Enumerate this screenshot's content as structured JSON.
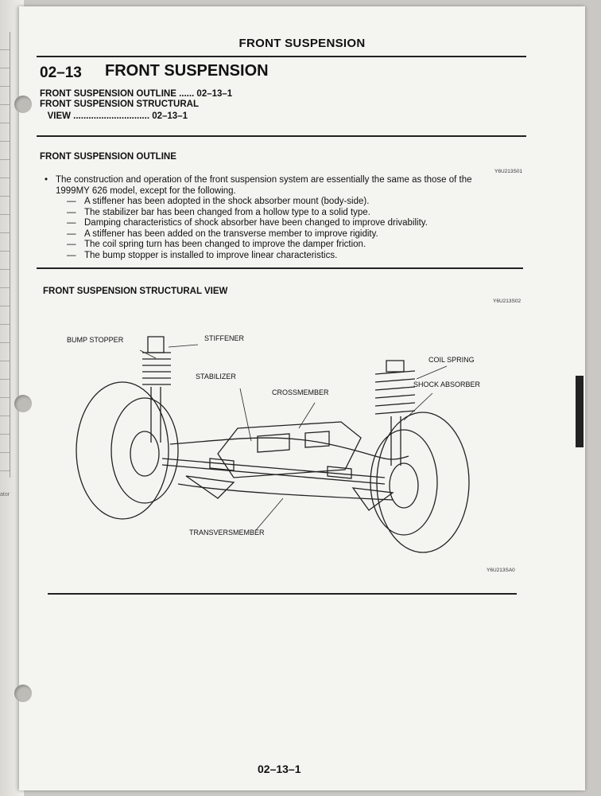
{
  "header": {
    "running_title": "FRONT SUSPENSION"
  },
  "section": {
    "number": "02–13",
    "title": "FRONT SUSPENSION"
  },
  "toc": [
    {
      "line1": "FRONT SUSPENSION OUTLINE ...... 02–13–1"
    },
    {
      "line1": "FRONT SUSPENSION STRUCTURAL",
      "line2": "   VIEW .............................. 02–13–1"
    }
  ],
  "outline": {
    "heading": "FRONT SUSPENSION OUTLINE",
    "code": "Y6U213S01",
    "bullet_line1": "The construction and operation of the front suspension system are essentially the same as those of the",
    "bullet_line2": "1999MY 626 model, except for the following.",
    "items": [
      "A stiffener has been adopted in the shock absorber mount (body-side).",
      "The stabilizer bar has been changed from a hollow type to a solid type.",
      "Damping characteristics of shock absorber have been changed to improve drivability.",
      "A stiffener has been added on the transverse member to improve rigidity.",
      "The coil spring turn has been changed to improve the damper friction.",
      "The bump stopper is installed to improve linear characteristics."
    ]
  },
  "structural": {
    "heading": "FRONT SUSPENSION STRUCTURAL VIEW",
    "code": "Y6U213S02",
    "figure_code": "Y6U213SA0",
    "callouts": {
      "bump_stopper": "BUMP STOPPER",
      "stiffener": "STIFFENER",
      "stabilizer": "STABILIZER",
      "crossmember": "CROSSMEMBER",
      "coil_spring": "COIL SPRING",
      "shock_absorber": "SHOCK ABSORBER",
      "transversmember": "TRANSVERSMEMBER"
    }
  },
  "footer": {
    "page_number": "02–13–1"
  },
  "backpage": {
    "fragment": "ator"
  },
  "colors": {
    "paper": "#f4f4f1",
    "ink": "#111111",
    "background": "#c9c8c4"
  }
}
